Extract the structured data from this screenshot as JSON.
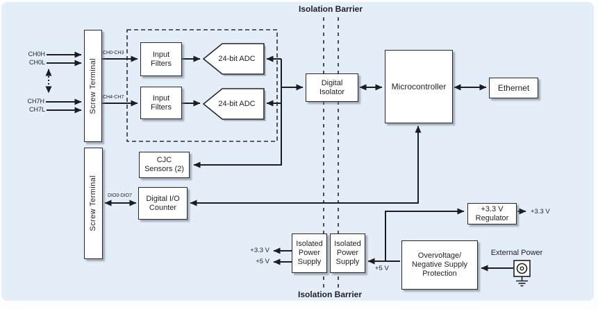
{
  "figure": {
    "barrier_label_top": "Isolation Barrier",
    "barrier_label_bottom": "Isolation Barrier"
  },
  "analog_inputs": {
    "ch0h": "CH0H",
    "ch0l": "CH0L",
    "ch7h": "CH7H",
    "ch7l": "CH7L",
    "bus_top": "CH0-CH3",
    "bus_bottom": "CH4-CH7"
  },
  "digital_io": {
    "bus": "DIO0-DIO7"
  },
  "blocks": {
    "screw_terminal_top": "Screw Terminal",
    "screw_terminal_bottom": "Screw Terminal",
    "input_filters_top": "Input\nFilters",
    "input_filters_bottom": "Input\nFilters",
    "adc_top": "24-bit ADC",
    "adc_bottom": "24-bit ADC",
    "digital_isolator": "Digital\nIsolator",
    "microcontroller": "Microcontroller",
    "ethernet": "Ethernet",
    "cjc_sensors": "CJC\nSensors (2)",
    "dio_counter": "Digital I/O\nCounter",
    "isolated_supply_left": "Isolated\nPower\nSupply",
    "isolated_supply_right": "Isolated\nPower\nSupply",
    "regulator_3v3": "+3.3 V\nRegulator",
    "overvoltage_protection": "Overvoltage/\nNegative Supply\nProtection"
  },
  "power": {
    "supply_out_3v3": "+3.3 V",
    "supply_out_5v": "+5 V",
    "supply_in_5v": "+5 V",
    "regulator_out_3v3": "+3.3 V",
    "external_power": "External Power"
  },
  "colors": {
    "figure_background": "#e4eef8",
    "wire": "#1d1d1f",
    "box_border": "#26262a",
    "box_fill": "#ffffff",
    "barrier_dash": "#454c56",
    "shadow": "#9aa4b2"
  }
}
